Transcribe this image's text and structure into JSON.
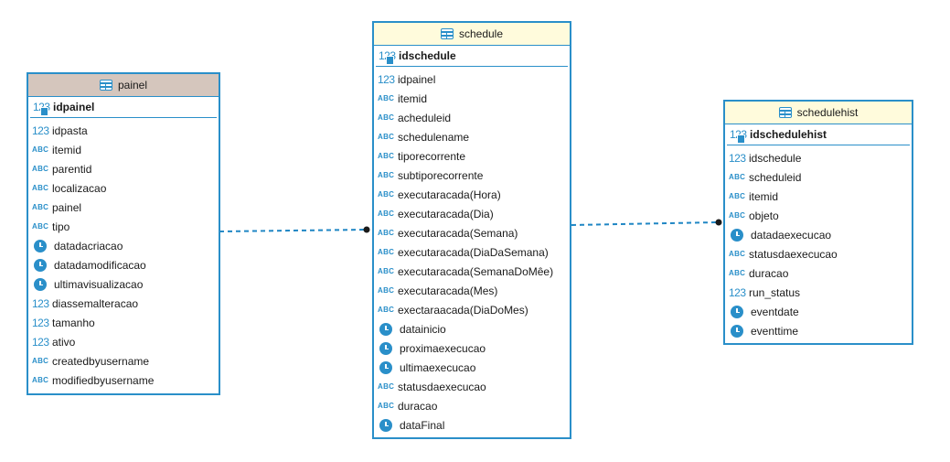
{
  "entities": {
    "painel": {
      "title": "painel",
      "pk": {
        "type": "123",
        "name": "idpainel"
      },
      "columns": [
        {
          "type": "123",
          "name": "idpasta"
        },
        {
          "type": "abc",
          "name": "itemid"
        },
        {
          "type": "abc",
          "name": "parentid"
        },
        {
          "type": "abc",
          "name": "localizacao"
        },
        {
          "type": "abc",
          "name": "painel"
        },
        {
          "type": "abc",
          "name": "tipo"
        },
        {
          "type": "clock",
          "name": "datadacriacao"
        },
        {
          "type": "clock",
          "name": "datadamodificacao"
        },
        {
          "type": "clock",
          "name": "ultimavisualizacao"
        },
        {
          "type": "123",
          "name": "diassemalteracao"
        },
        {
          "type": "123",
          "name": "tamanho"
        },
        {
          "type": "123",
          "name": "ativo"
        },
        {
          "type": "abc",
          "name": "createdbyusername"
        },
        {
          "type": "abc",
          "name": "modifiedbyusername"
        }
      ]
    },
    "schedule": {
      "title": "schedule",
      "pk": {
        "type": "123",
        "name": "idschedule"
      },
      "columns": [
        {
          "type": "123",
          "name": "idpainel"
        },
        {
          "type": "abc",
          "name": "itemid"
        },
        {
          "type": "abc",
          "name": "acheduleid"
        },
        {
          "type": "abc",
          "name": "schedulename"
        },
        {
          "type": "abc",
          "name": "tiporecorrente"
        },
        {
          "type": "abc",
          "name": "subtiporecorrente"
        },
        {
          "type": "abc",
          "name": "executaracada(Hora)"
        },
        {
          "type": "abc",
          "name": "executaracada(Dia)"
        },
        {
          "type": "abc",
          "name": "executaracada(Semana)"
        },
        {
          "type": "abc",
          "name": "executaracada(DiaDaSemana)"
        },
        {
          "type": "abc",
          "name": "executaracada(SemanaDoMêe)"
        },
        {
          "type": "abc",
          "name": "executaracada(Mes)"
        },
        {
          "type": "abc",
          "name": "exectaraacada(DiaDoMes)"
        },
        {
          "type": "clock",
          "name": "datainicio"
        },
        {
          "type": "clock",
          "name": "proximaexecucao"
        },
        {
          "type": "clock",
          "name": "ultimaexecucao"
        },
        {
          "type": "abc",
          "name": "statusdaexecucao"
        },
        {
          "type": "abc",
          "name": "duracao"
        },
        {
          "type": "clock",
          "name": "dataFinal"
        }
      ]
    },
    "schedulehist": {
      "title": "schedulehist",
      "pk": {
        "type": "123",
        "name": "idschedulehist"
      },
      "columns": [
        {
          "type": "123",
          "name": "idschedule"
        },
        {
          "type": "abc",
          "name": "scheduleid"
        },
        {
          "type": "abc",
          "name": "itemid"
        },
        {
          "type": "abc",
          "name": "objeto"
        },
        {
          "type": "clock",
          "name": "datadaexecucao"
        },
        {
          "type": "abc",
          "name": "statusdaexecucao"
        },
        {
          "type": "abc",
          "name": "duracao"
        },
        {
          "type": "123",
          "name": "run_status"
        },
        {
          "type": "clock",
          "name": "eventdate"
        },
        {
          "type": "clock",
          "name": "eventtime"
        }
      ]
    }
  },
  "type_glyphs": {
    "123": "123",
    "abc": "ABC"
  },
  "colors": {
    "border": "#2a8fc9",
    "painel_header": "#d5c6bd",
    "other_header": "#fffbdc",
    "link": "#1f86c4"
  }
}
